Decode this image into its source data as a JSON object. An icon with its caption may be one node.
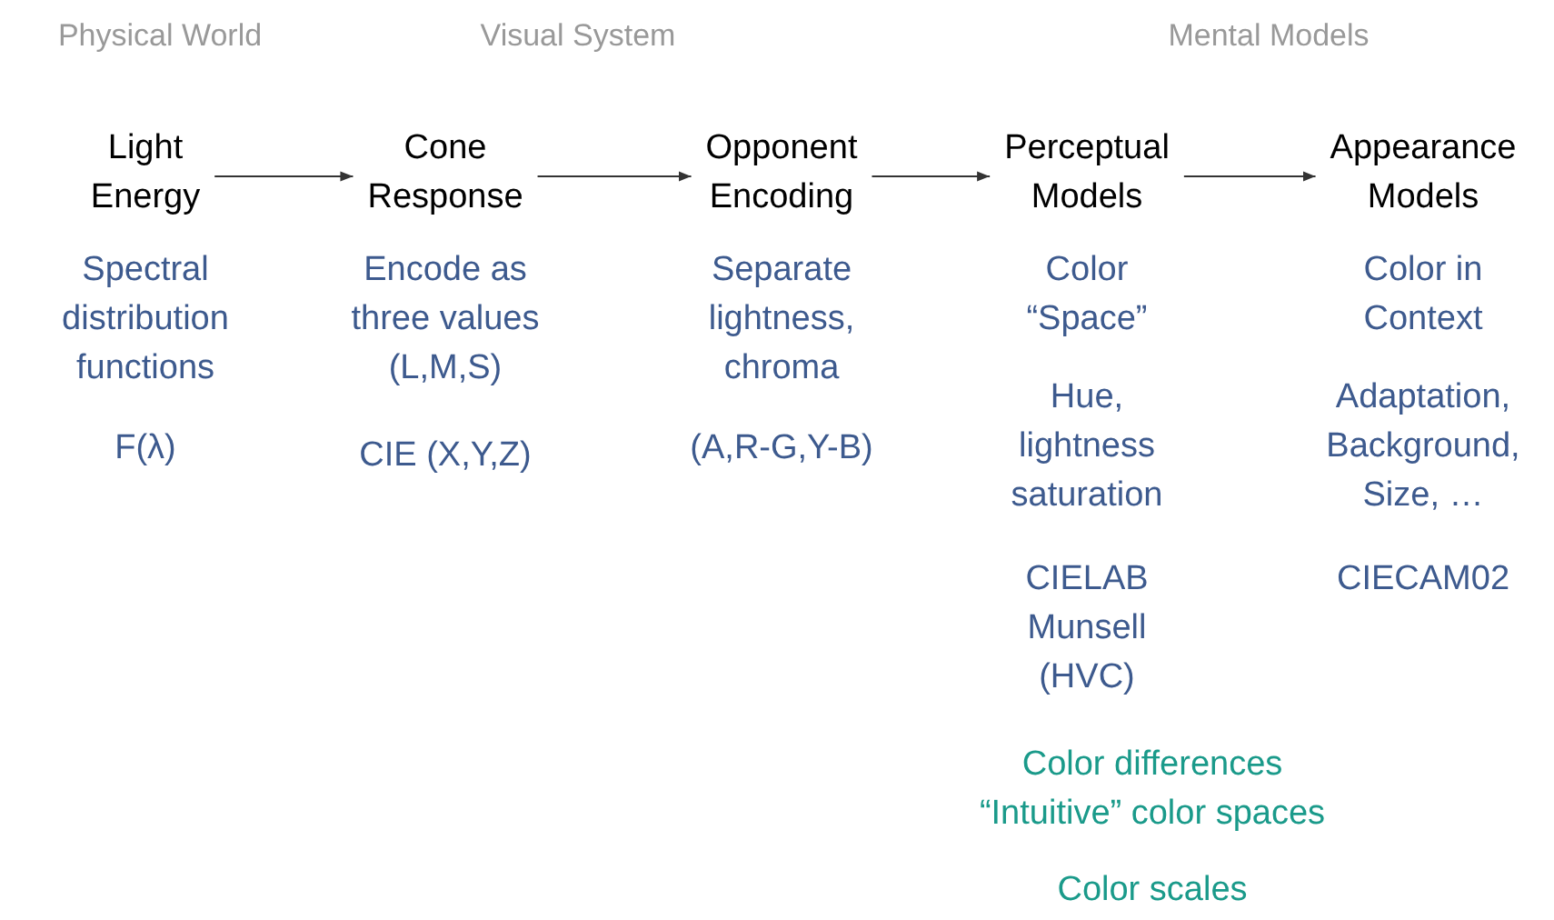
{
  "diagram": {
    "nodes": [
      {
        "text": [
          "Light Energy"
        ]
      },
      {
        "text": [
          "Cone Response"
        ]
      },
      {
        "text": [
          "Opponent Encoding"
        ]
      },
      {
        "text": [
          "Perceptual Models"
        ]
      },
      {
        "text": [
          "Appearance Models"
        ]
      }
    ],
    "edges": [
      {
        "from": 0,
        "to": 1,
        "arrow": "to"
      },
      {
        "from": 1,
        "to": 2,
        "arrow": "to"
      },
      {
        "from": 2,
        "to": 3,
        "arrow": "to"
      },
      {
        "from": 3,
        "to": 4,
        "arrow": "to"
      }
    ],
    "labels": [
      "Physical World",
      "Visual System",
      "Mental Models",
      "Spectral distribution functions",
      "Encode as three values (L,M,S)",
      "Separate lightness, chroma",
      "Color “Space”",
      "Color in Context",
      "F(λ)",
      "CIE (X,Y,Z)",
      "(A,R-G,Y-B)",
      "Hue, lightness saturation",
      "Adaptation, Background, Size, …",
      "CIELAB Munsell (HVC)",
      "CIECAM02",
      "Color differences",
      "“Intuitive” color spaces",
      "Color scales"
    ]
  }
}
